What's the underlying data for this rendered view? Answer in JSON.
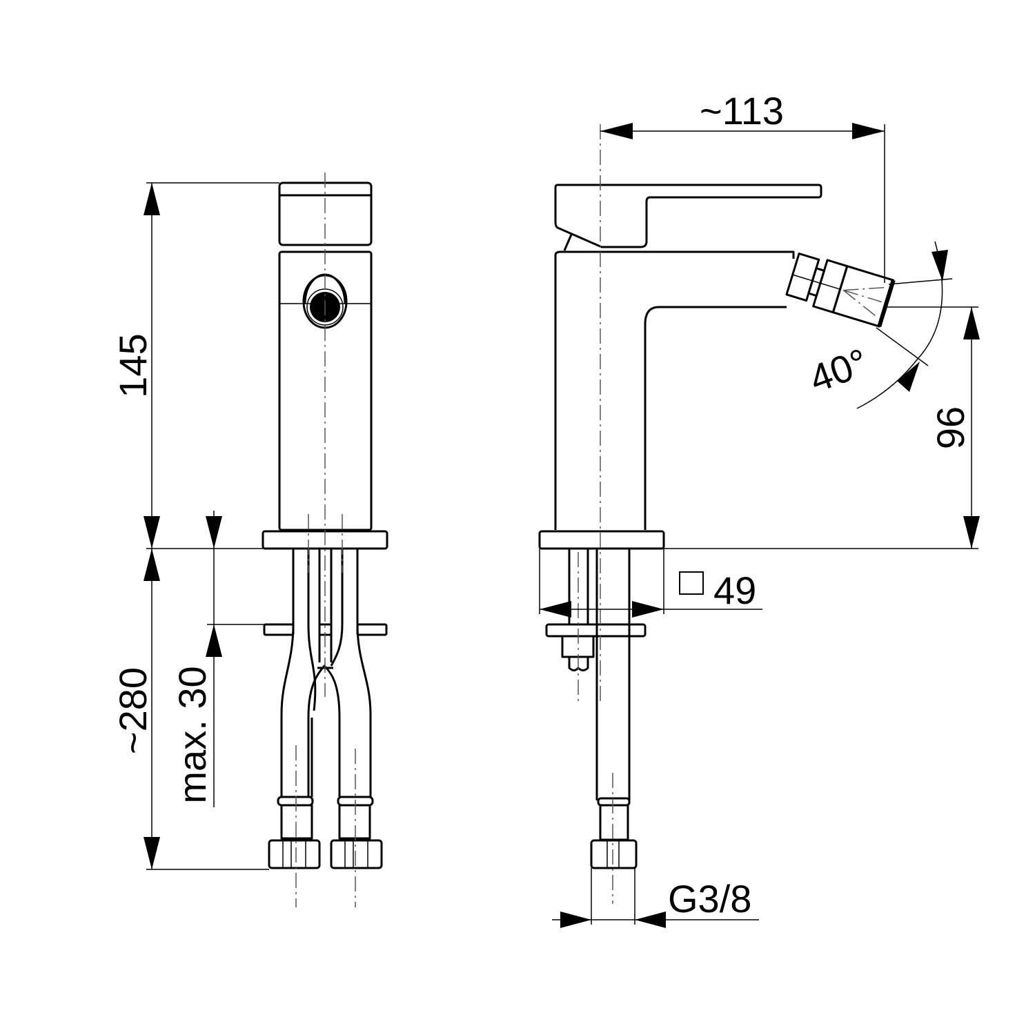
{
  "drawing": {
    "front_view": {
      "height_label": "145",
      "hose_length_label": "~280",
      "max_thickness_label": "max. 30"
    },
    "side_view": {
      "projection_label": "~113",
      "spout_height_label": "96",
      "angle_label": "40°",
      "base_size_label": "49",
      "connection_label": "G3/8"
    },
    "colors": {
      "line": "#000000",
      "background": "#ffffff"
    }
  }
}
